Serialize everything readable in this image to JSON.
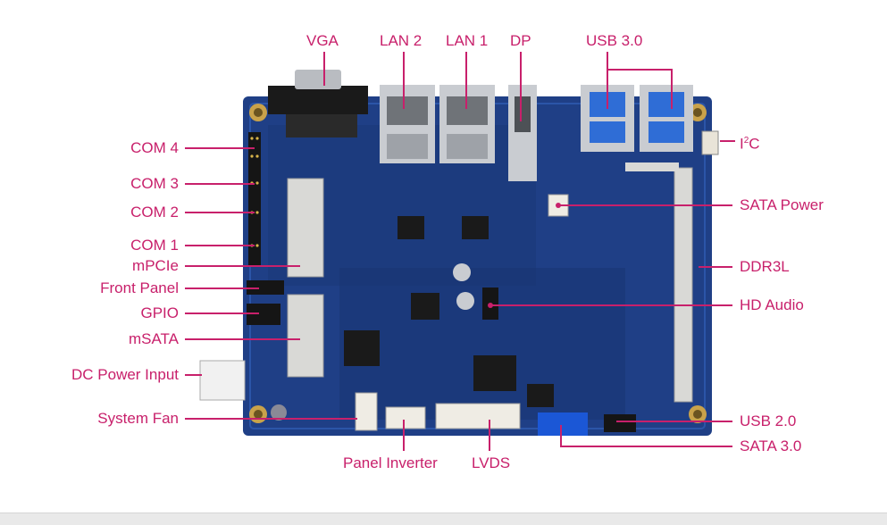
{
  "colors": {
    "callout": "#c8206b",
    "pcb": "#1f3f86",
    "pcb_dark": "#142c62",
    "silver": "#c9ccd1",
    "black_part": "#1a1a1a"
  },
  "labels": {
    "vga": "VGA",
    "lan2": "LAN 2",
    "lan1": "LAN 1",
    "dp": "DP",
    "usb30": "USB 3.0",
    "i2c_base": "I",
    "i2c_sup": "2",
    "i2c_tail": "C",
    "com4": "COM 4",
    "com3": "COM 3",
    "com2": "COM 2",
    "com1": "COM 1",
    "mpcie": "mPCIe",
    "front_panel": "Front Panel",
    "gpio": "GPIO",
    "msata": "mSATA",
    "dc_power": "DC Power Input",
    "system_fan": "System Fan",
    "panel_inverter": "Panel Inverter",
    "lvds": "LVDS",
    "sata_power": "SATA Power",
    "ddr3l": "DDR3L",
    "hd_audio": "HD Audio",
    "usb20": "USB 2.0",
    "sata30": "SATA 3.0"
  }
}
